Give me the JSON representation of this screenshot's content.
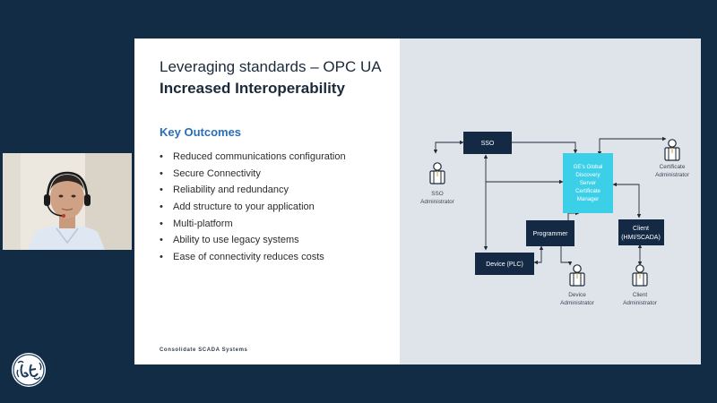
{
  "slide": {
    "title_line1": "Leveraging standards – OPC UA",
    "title_line2": "Increased Interoperability",
    "outcomes_heading": "Key Outcomes",
    "outcomes": [
      "Reduced communications configuration",
      "Secure Connectivity",
      "Reliability and redundancy",
      "Add structure to your application",
      "Multi-platform",
      "Ability to use legacy systems",
      "Ease of connectivity reduces costs"
    ],
    "footer": "Consolidate SCADA Systems"
  },
  "diagram": {
    "nodes": {
      "sso": "SSO",
      "gds": [
        "GE's Global",
        "Discovery",
        "Server",
        "Certificate",
        "Manager"
      ],
      "programmer": "Programmer",
      "device_plc": "Device (PLC)",
      "client": [
        "Client",
        "(HMI/SCADA)"
      ]
    },
    "people": {
      "sso_admin": [
        "SSO",
        "Administrator"
      ],
      "cert_admin": [
        "Certificate",
        "Administrator"
      ],
      "device_admin": [
        "Device",
        "Administrator"
      ],
      "client_admin": [
        "Client",
        "Administrator"
      ]
    }
  },
  "colors": {
    "background": "#132c46",
    "node_dark": "#142a44",
    "node_cyan": "#3ccfe8",
    "heading_accent": "#2a6fb5",
    "diagram_bg": "#dfe4ea"
  },
  "icons": {
    "logo": "ge-monogram-logo",
    "person": "person-icon"
  }
}
